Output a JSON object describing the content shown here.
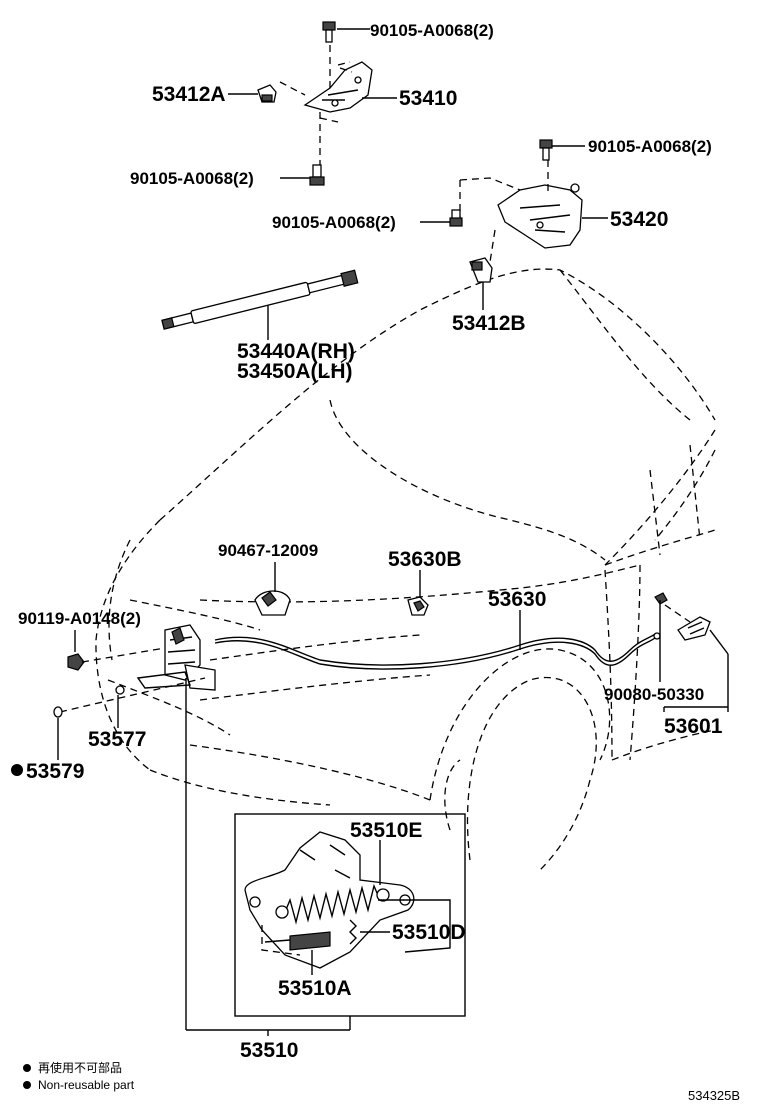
{
  "labels": {
    "bolt_top": "90105-A0068(2)",
    "p53412a": "53412A",
    "p53410": "53410",
    "bolt_left_bottom": "90105-A0068(2)",
    "bolt_right_top": "90105-A0068(2)",
    "bolt_right_mid": "90105-A0068(2)",
    "p53420": "53420",
    "p53412b": "53412B",
    "strut_rh": "53440A(RH)",
    "strut_lh": "53450A(LH)",
    "clip_90467": "90467-12009",
    "p53630b": "53630B",
    "p53630": "53630",
    "bolt_90119": "90119-A0148(2)",
    "p53577": "53577",
    "p53579": "53579",
    "clip_90080": "90080-50330",
    "p53601": "53601",
    "p53510e": "53510E",
    "p53510d": "53510D",
    "p53510a": "53510A",
    "p53510": "53510"
  },
  "legend": {
    "jp": "再使用不可部品",
    "en": "Non-reusable part"
  },
  "figure_code": "534325B"
}
